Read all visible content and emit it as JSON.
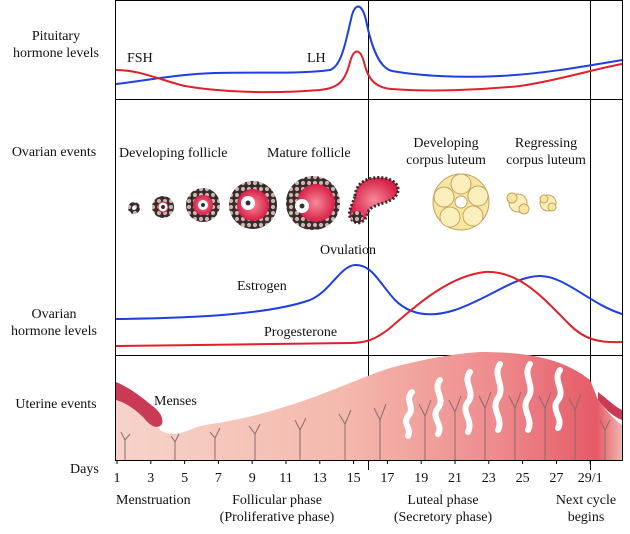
{
  "rows": {
    "pituitary": "Pituitary\nhormone levels",
    "ovarian_events": "Ovarian events",
    "ovarian_hormones": "Ovarian\nhormone levels",
    "uterine": "Uterine events"
  },
  "curve_labels": {
    "fsh": "FSH",
    "lh": "LH",
    "estrogen": "Estrogen",
    "progesterone": "Progesterone"
  },
  "event_labels": {
    "developing_follicle": "Developing follicle",
    "mature_follicle": "Mature follicle",
    "ovulation": "Ovulation",
    "developing_corpus_luteum": "Developing\ncorpus luteum",
    "regressing_corpus_luteum": "Regressing\ncorpus luteum",
    "menses": "Menses"
  },
  "days_label": "Days",
  "day_ticks": [
    "1",
    "3",
    "5",
    "7",
    "9",
    "11",
    "13",
    "15",
    "17",
    "19",
    "21",
    "23",
    "25",
    "27",
    "29/1"
  ],
  "phases": {
    "menstruation": "Menstruation",
    "follicular": "Follicular phase\n(Proliferative phase)",
    "luteal": "Luteal phase\n(Secretory phase)",
    "next_cycle": "Next cycle\nbegins"
  },
  "colors": {
    "blue_curve": "#1f3fe0",
    "red_curve": "#e0202a",
    "endometrium_light": "#f6c3b8",
    "endometrium_dark": "#e8505e",
    "follicle_red": "#e02a48",
    "corpus_luteum": "#f6e6a2"
  }
}
